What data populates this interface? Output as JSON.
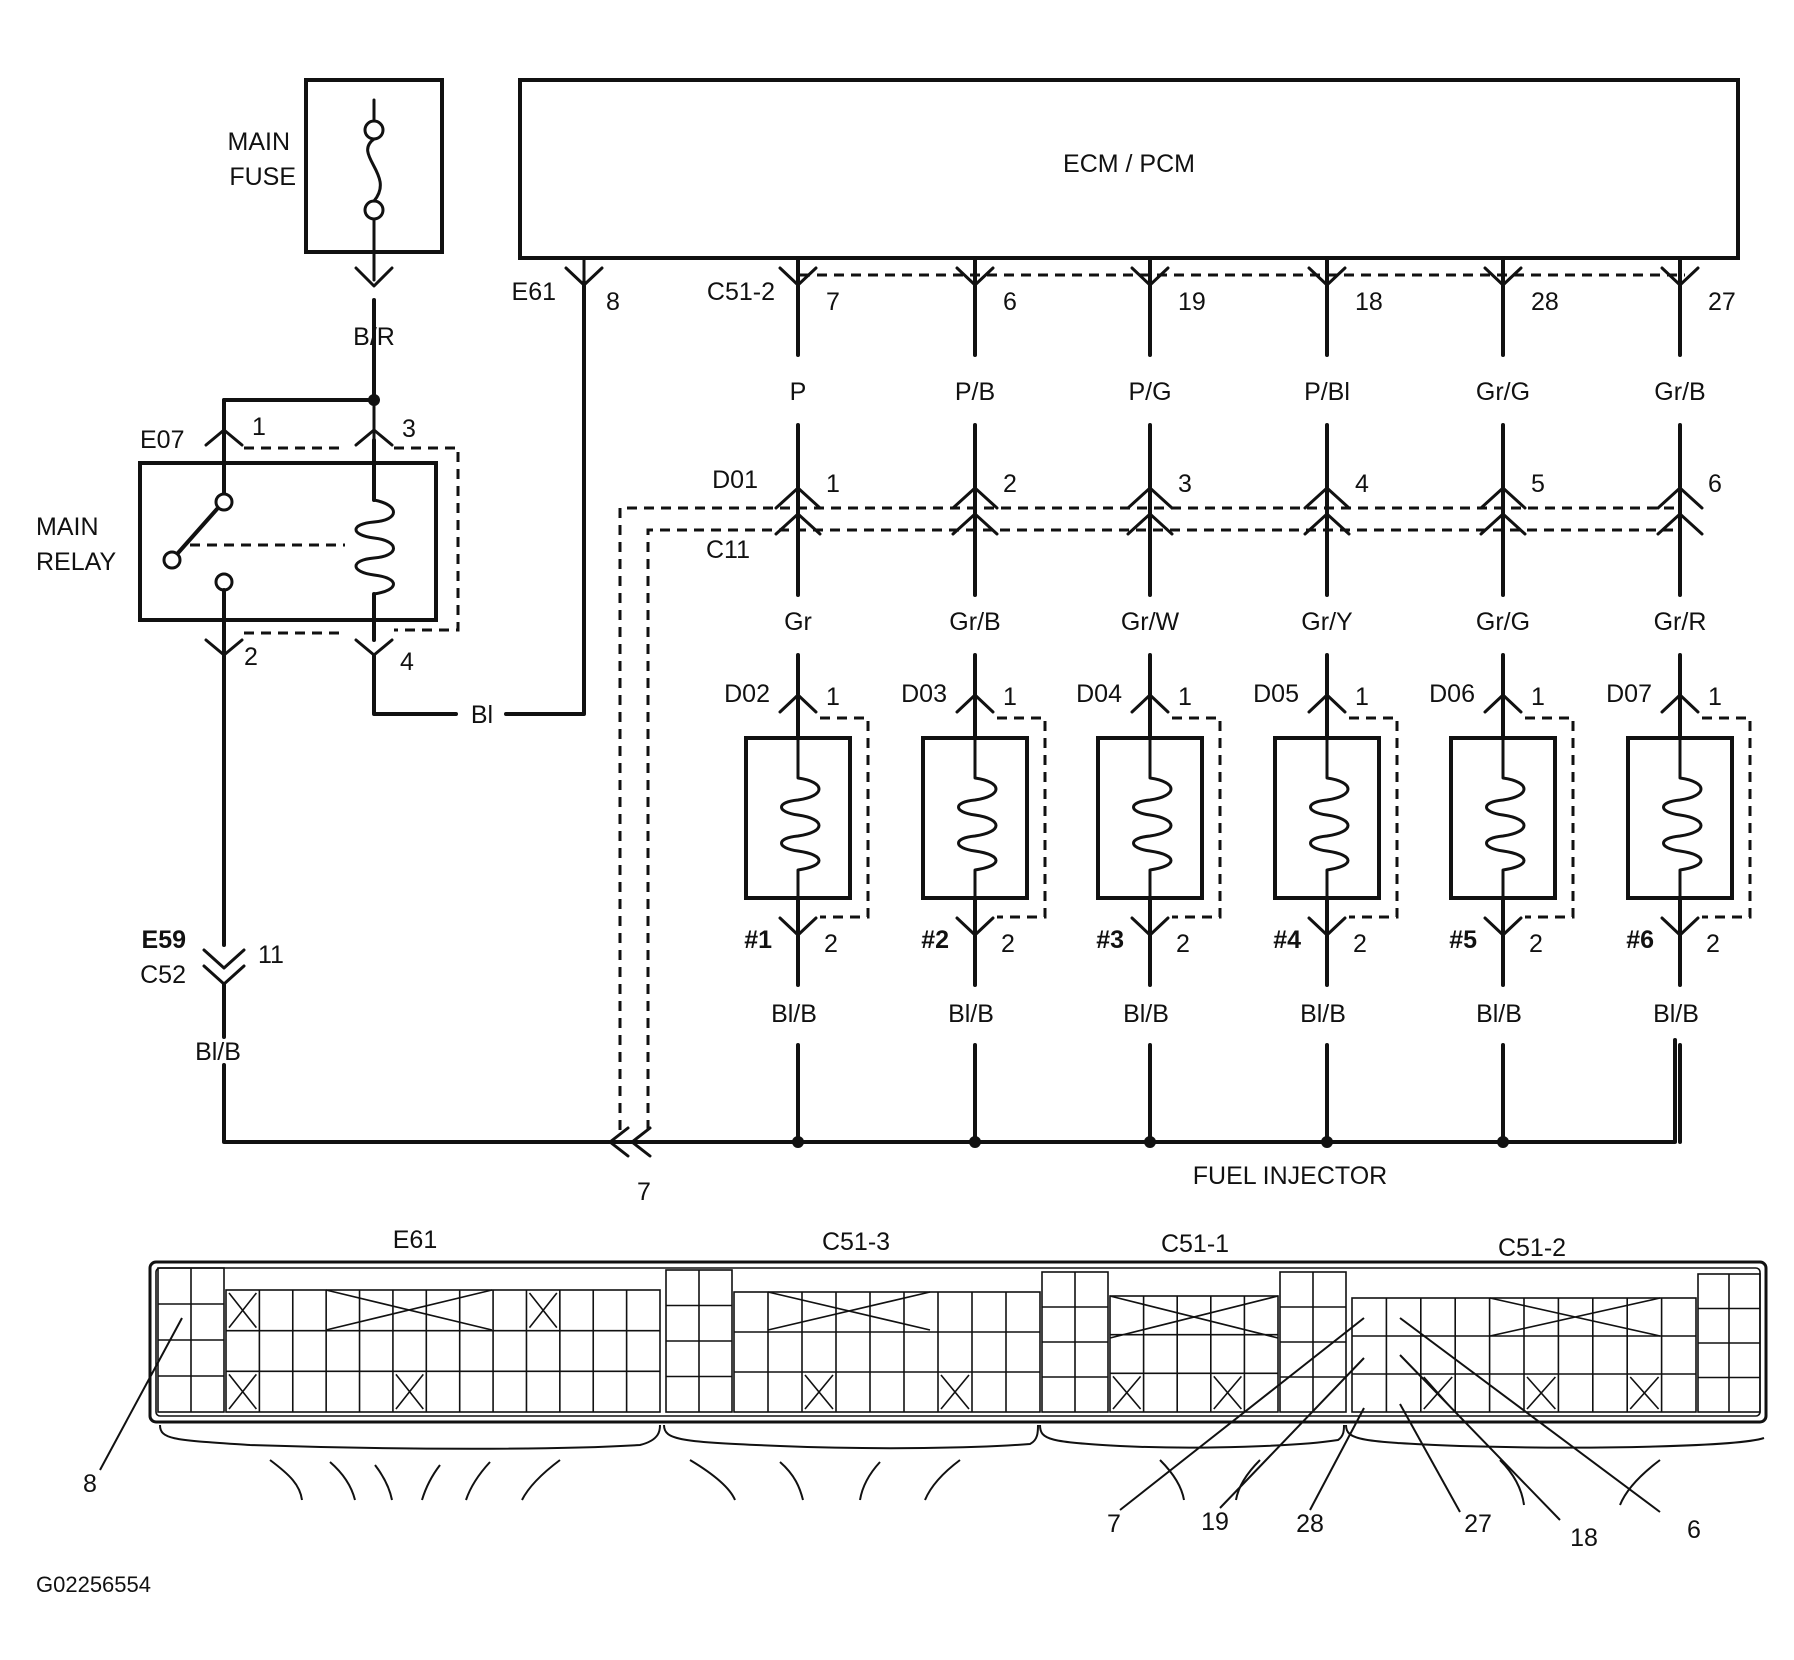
{
  "ecm": {
    "label": "ECM / PCM"
  },
  "main_fuse": {
    "line1": "MAIN",
    "line2": "FUSE"
  },
  "main_relay": {
    "line1": "MAIN",
    "line2": "RELAY",
    "connector": "E07",
    "pins": [
      "1",
      "3",
      "2",
      "4"
    ]
  },
  "wires": {
    "fuse_to_relay": "B/R",
    "relay_to_ecm": "Bl",
    "relay_to_injectors": "Bl/B"
  },
  "e61_connector": {
    "name": "E61",
    "pin": "8"
  },
  "splice_connector": {
    "name_top": "E59",
    "name_bottom": "C52",
    "pin": "11"
  },
  "ground_joint": {
    "pin": "7"
  },
  "ecm_injector_connector": "C51-2",
  "intermediate_connectors": {
    "upper": "D01",
    "lower": "C11"
  },
  "injectors": [
    {
      "ecm_pin": "7",
      "wire_top": "P",
      "inline_pin": "1",
      "wire_mid": "Gr",
      "connector": "D02",
      "label": "#1",
      "wire_bottom": "Bl/B"
    },
    {
      "ecm_pin": "6",
      "wire_top": "P/B",
      "inline_pin": "2",
      "wire_mid": "Gr/B",
      "connector": "D03",
      "label": "#2",
      "wire_bottom": "Bl/B"
    },
    {
      "ecm_pin": "19",
      "wire_top": "P/G",
      "inline_pin": "3",
      "wire_mid": "Gr/W",
      "connector": "D04",
      "label": "#3",
      "wire_bottom": "Bl/B"
    },
    {
      "ecm_pin": "18",
      "wire_top": "P/Bl",
      "inline_pin": "4",
      "wire_mid": "Gr/Y",
      "connector": "D05",
      "label": "#4",
      "wire_bottom": "Bl/B"
    },
    {
      "ecm_pin": "28",
      "wire_top": "Gr/G",
      "inline_pin": "5",
      "wire_mid": "Gr/G",
      "connector": "D06",
      "label": "#5",
      "wire_bottom": "Bl/B"
    },
    {
      "ecm_pin": "27",
      "wire_top": "Gr/B",
      "inline_pin": "6",
      "wire_mid": "Gr/R",
      "connector": "D07",
      "label": "#6",
      "wire_bottom": "Bl/B"
    }
  ],
  "injector_pins": {
    "top": "1",
    "bottom": "2"
  },
  "fuel_injector_label": "FUEL INJECTOR",
  "connector_face": {
    "blocks": [
      "E61",
      "C51-3",
      "C51-1",
      "C51-2"
    ],
    "callouts": [
      "8",
      "7",
      "19",
      "28",
      "27",
      "18",
      "6"
    ]
  },
  "figure_id": "G02256554"
}
